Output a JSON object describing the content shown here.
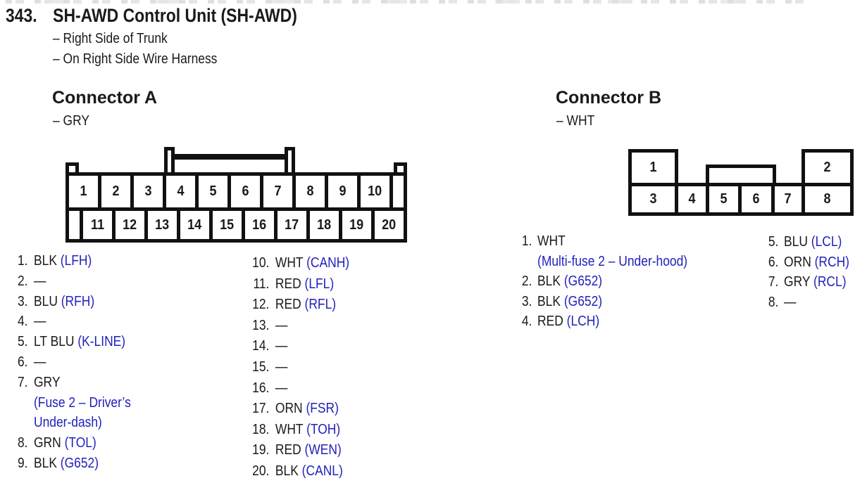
{
  "page": {
    "title_number": "343.",
    "title": "SH-AWD Control Unit (SH-AWD)",
    "location_lines": [
      "– Right Side of Trunk",
      "– On Right Side Wire Harness"
    ]
  },
  "colors": {
    "circuit_blue": "#2121bd",
    "text_black": "#1a1a1a",
    "line_black": "#111111"
  },
  "connector_a": {
    "heading": "Connector A",
    "color_note": "– GRY",
    "top_row_pins": [
      "1",
      "2",
      "3",
      "4",
      "5",
      "6",
      "7",
      "8",
      "9",
      "10"
    ],
    "bottom_row_pins": [
      "11",
      "12",
      "13",
      "14",
      "15",
      "16",
      "17",
      "18",
      "19",
      "20"
    ],
    "pin_list_left": [
      {
        "num": "1.",
        "segments": [
          {
            "text": "BLK ",
            "blue": false
          },
          {
            "text": "(LFH)",
            "blue": true
          }
        ]
      },
      {
        "num": "2.",
        "segments": [
          {
            "text": "—",
            "blue": false
          }
        ]
      },
      {
        "num": "3.",
        "segments": [
          {
            "text": "BLU ",
            "blue": false
          },
          {
            "text": "(RFH)",
            "blue": true
          }
        ]
      },
      {
        "num": "4.",
        "segments": [
          {
            "text": "—",
            "blue": false
          }
        ]
      },
      {
        "num": "5.",
        "segments": [
          {
            "text": "LT BLU ",
            "blue": false
          },
          {
            "text": "(K-LINE)",
            "blue": true
          }
        ]
      },
      {
        "num": "6.",
        "segments": [
          {
            "text": "—",
            "blue": false
          }
        ]
      },
      {
        "num": "7.",
        "segments": [
          {
            "text": "GRY",
            "blue": false
          }
        ]
      },
      {
        "num": "",
        "segments": [
          {
            "text": "(Fuse 2 – Driver’s",
            "blue": true
          }
        ]
      },
      {
        "num": "",
        "segments": [
          {
            "text": "Under-dash)",
            "blue": true
          }
        ]
      },
      {
        "num": "8.",
        "segments": [
          {
            "text": "GRN ",
            "blue": false
          },
          {
            "text": "(TOL)",
            "blue": true
          }
        ]
      },
      {
        "num": "9.",
        "segments": [
          {
            "text": "BLK ",
            "blue": false
          },
          {
            "text": "(G652)",
            "blue": true
          }
        ]
      }
    ],
    "pin_list_right": [
      {
        "num": "10.",
        "segments": [
          {
            "text": "WHT ",
            "blue": false
          },
          {
            "text": "(CANH)",
            "blue": true
          }
        ]
      },
      {
        "num": "11.",
        "segments": [
          {
            "text": "RED ",
            "blue": false
          },
          {
            "text": "(LFL)",
            "blue": true
          }
        ]
      },
      {
        "num": "12.",
        "segments": [
          {
            "text": "RED ",
            "blue": false
          },
          {
            "text": "(RFL)",
            "blue": true
          }
        ]
      },
      {
        "num": "13.",
        "segments": [
          {
            "text": "—",
            "blue": false
          }
        ]
      },
      {
        "num": "14.",
        "segments": [
          {
            "text": "—",
            "blue": false
          }
        ]
      },
      {
        "num": "15.",
        "segments": [
          {
            "text": "—",
            "blue": false
          }
        ]
      },
      {
        "num": "16.",
        "segments": [
          {
            "text": "—",
            "blue": false
          }
        ]
      },
      {
        "num": "17.",
        "segments": [
          {
            "text": "ORN ",
            "blue": false
          },
          {
            "text": "(FSR)",
            "blue": true
          }
        ]
      },
      {
        "num": "18.",
        "segments": [
          {
            "text": "WHT ",
            "blue": false
          },
          {
            "text": "(TOH)",
            "blue": true
          }
        ]
      },
      {
        "num": "19.",
        "segments": [
          {
            "text": "RED ",
            "blue": false
          },
          {
            "text": "(WEN)",
            "blue": true
          }
        ]
      },
      {
        "num": "20.",
        "segments": [
          {
            "text": "BLK ",
            "blue": false
          },
          {
            "text": "(CANL)",
            "blue": true
          }
        ]
      }
    ]
  },
  "connector_b": {
    "heading": "Connector B",
    "color_note": "– WHT",
    "top_cells": [
      "1",
      "2"
    ],
    "bottom_cells": [
      "3",
      "4",
      "5",
      "6",
      "7",
      "8"
    ],
    "pin_list_left": [
      {
        "num": "1.",
        "segments": [
          {
            "text": "WHT",
            "blue": false
          }
        ]
      },
      {
        "num": "",
        "segments": [
          {
            "text": "(Multi-fuse 2 – Under-hood)",
            "blue": true
          }
        ]
      },
      {
        "num": "2.",
        "segments": [
          {
            "text": "BLK ",
            "blue": false
          },
          {
            "text": "(G652)",
            "blue": true
          }
        ]
      },
      {
        "num": "3.",
        "segments": [
          {
            "text": "BLK ",
            "blue": false
          },
          {
            "text": "(G652)",
            "blue": true
          }
        ]
      },
      {
        "num": "4.",
        "segments": [
          {
            "text": "RED ",
            "blue": false
          },
          {
            "text": "(LCH)",
            "blue": true
          }
        ]
      }
    ],
    "pin_list_right": [
      {
        "num": "5.",
        "segments": [
          {
            "text": "BLU ",
            "blue": false
          },
          {
            "text": "(LCL)",
            "blue": true
          }
        ]
      },
      {
        "num": "6.",
        "segments": [
          {
            "text": "ORN ",
            "blue": false
          },
          {
            "text": "(RCH)",
            "blue": true
          }
        ]
      },
      {
        "num": "7.",
        "segments": [
          {
            "text": "GRY ",
            "blue": false
          },
          {
            "text": "(RCL)",
            "blue": true
          }
        ]
      },
      {
        "num": "8.",
        "segments": [
          {
            "text": "—",
            "blue": false
          }
        ]
      }
    ]
  }
}
